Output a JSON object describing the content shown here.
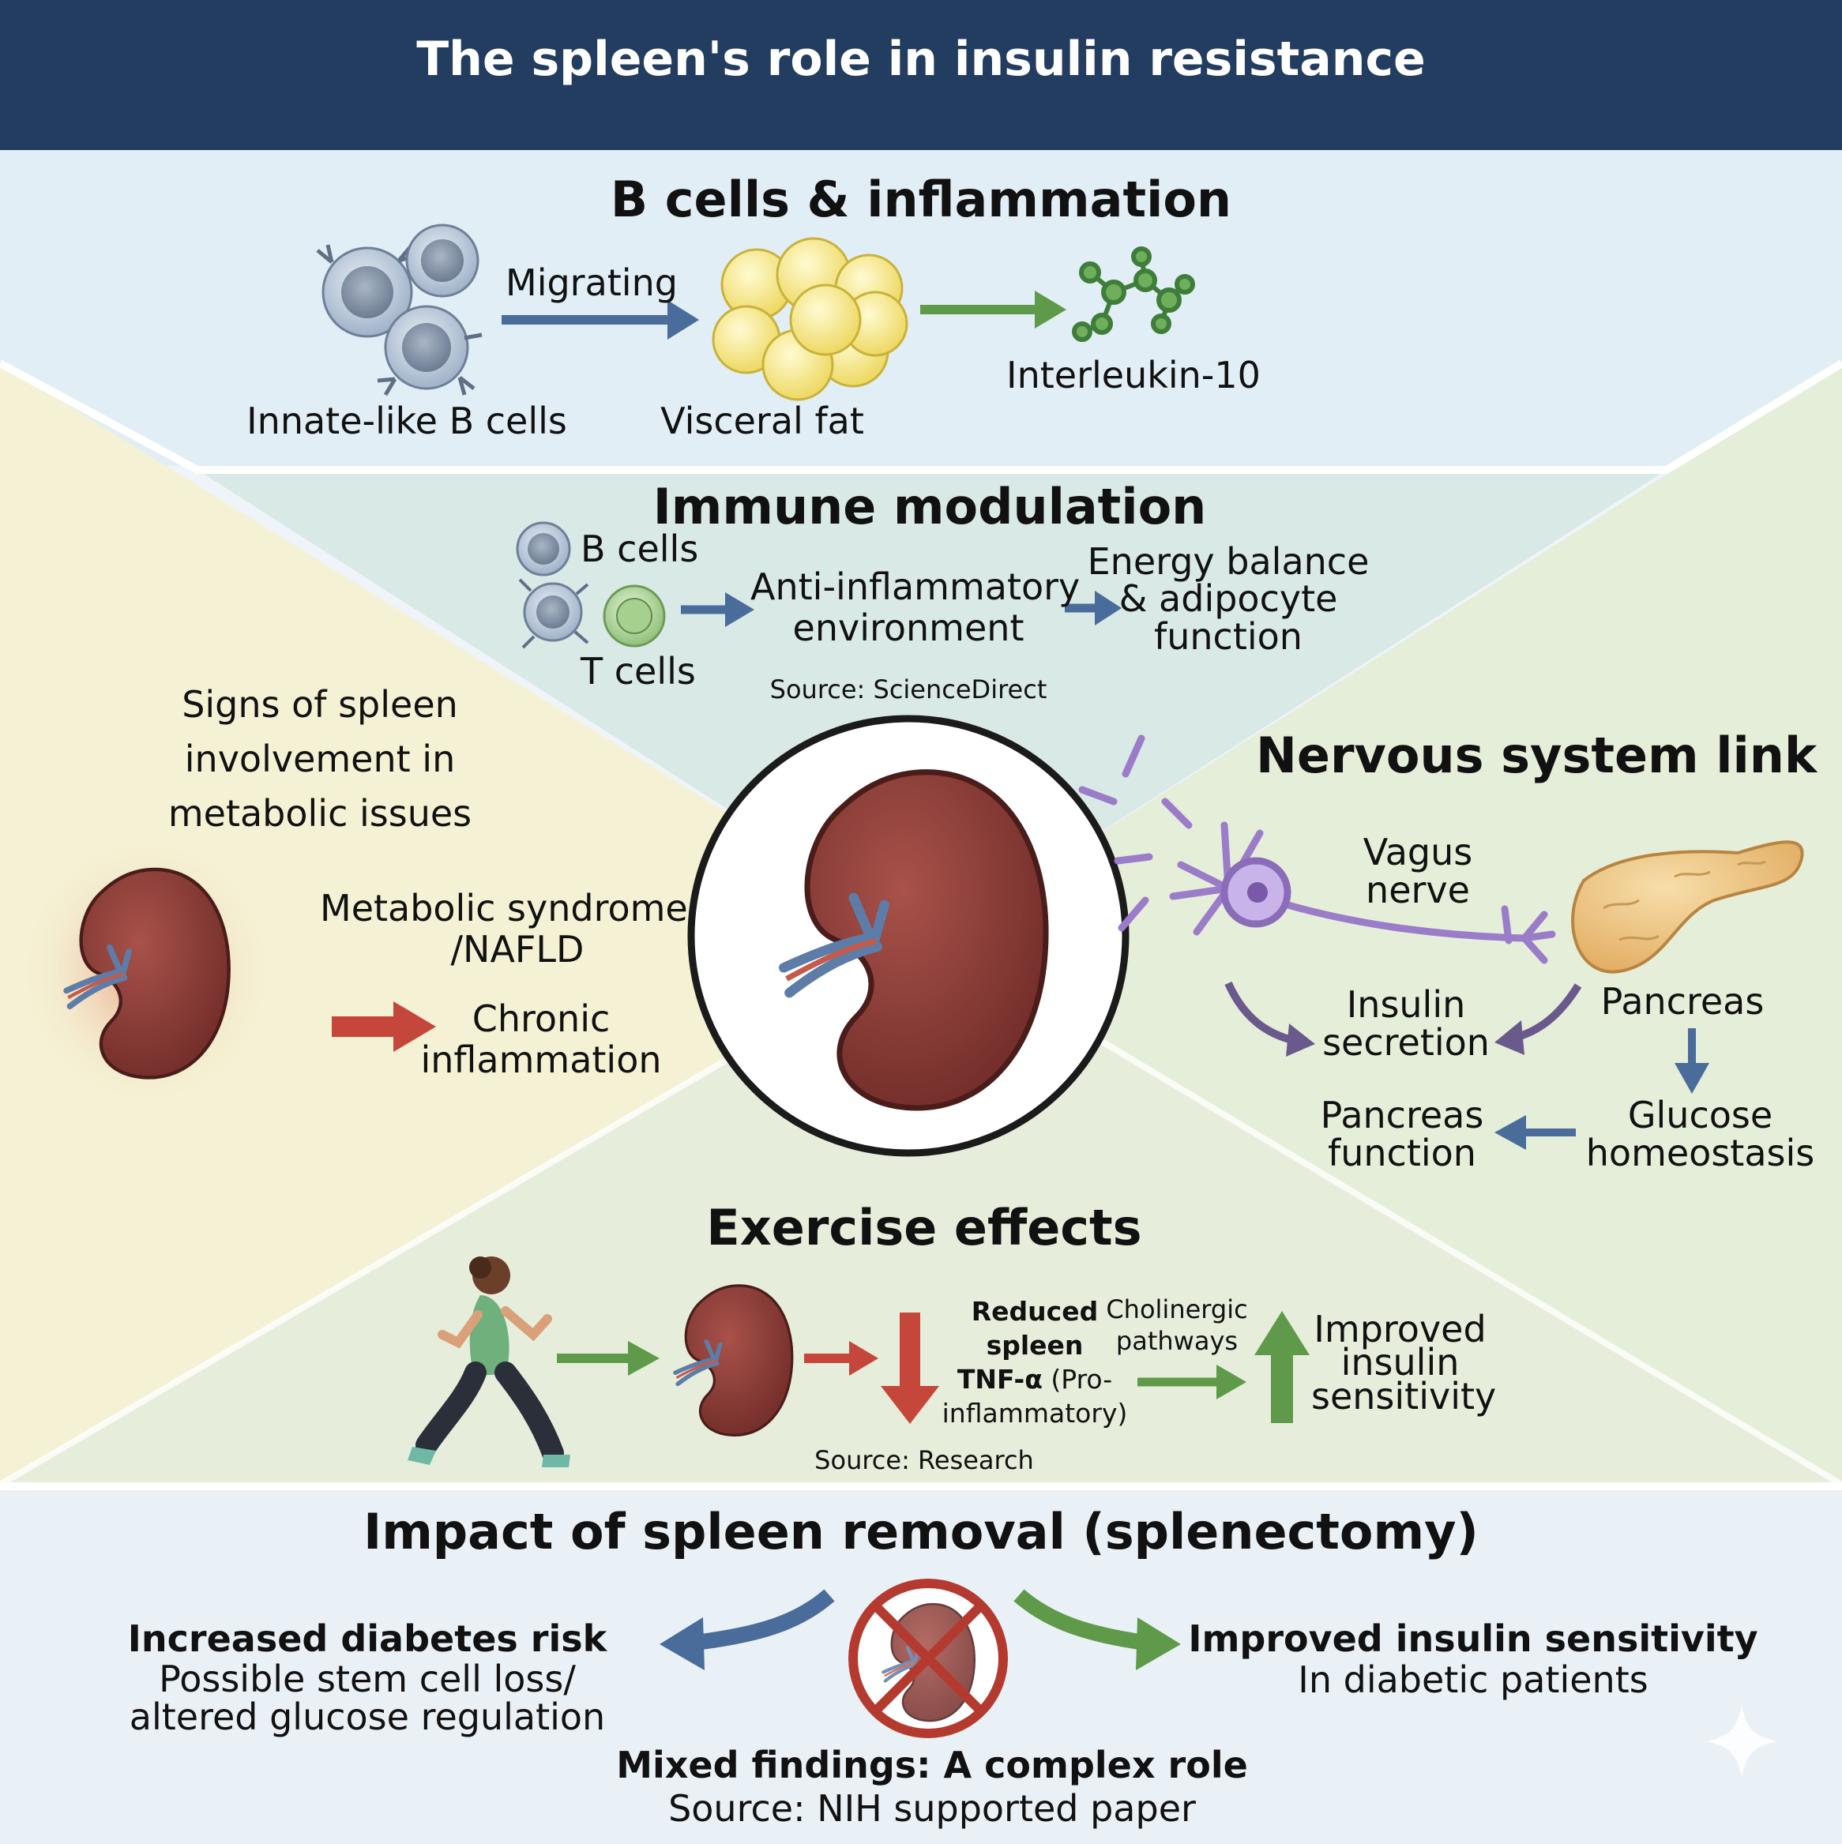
{
  "title": "The spleen's role in insulin resistance",
  "colors": {
    "banner": "#233d60",
    "top_panel": "#e2eef5",
    "left_panel": "#f5f1d4",
    "right_panel": "#e4eed8",
    "center_panel": "#d9e9e6",
    "bottom_panel": "#e6eedb",
    "spleen": "#8c3a35",
    "arrow_blue": "#4a6c9a",
    "arrow_green": "#5f9a4a",
    "arrow_red": "#c5463b",
    "arrow_purple": "#6a5a8c",
    "no_sign": "#b43a30"
  },
  "sections": {
    "b_cells": {
      "heading": "B cells & inflammation",
      "arrow_label": "Migrating",
      "innate": "Innate-like B cells",
      "fat": "Visceral fat",
      "il10": "Interleukin-10"
    },
    "immune": {
      "heading": "Immune modulation",
      "b_cells": "B cells",
      "t_cells": "T cells",
      "anti_line1": "Anti-inflammatory",
      "anti_line2": "environment",
      "energy_line1": "Energy balance",
      "energy_line2": "& adipocyte",
      "energy_line3": "function",
      "source": "Source: ScienceDirect"
    },
    "signs": {
      "heading_line1": "Signs of spleen",
      "heading_line2": "involvement in",
      "heading_line3": "metabolic issues",
      "metabolic_line1": "Metabolic syndrome",
      "metabolic_line2": "/NAFLD",
      "chronic_line1": "Chronic",
      "chronic_line2": "inflammation"
    },
    "nervous": {
      "heading": "Nervous system link",
      "vagus_line1": "Vagus",
      "vagus_line2": "nerve",
      "insulin_line1": "Insulin",
      "insulin_line2": "secretion",
      "pancreas": "Pancreas",
      "pf_line1": "Pancreas",
      "pf_line2": "function",
      "glucose_line1": "Glucose",
      "glucose_line2": "homeostasis"
    },
    "exercise": {
      "heading": "Exercise effects",
      "reduced_line1": "Reduced",
      "reduced_line2": "spleen",
      "reduced_line3": "TNF-α",
      "pro_part": "(Pro-",
      "pro_line2": "inflammatory)",
      "chol_line1": "Cholinergic",
      "chol_line2": "pathways",
      "improved_line1": "Improved",
      "improved_line2": "insulin",
      "improved_line3": "sensitivity",
      "source": "Source: Research"
    },
    "splenectomy": {
      "heading": "Impact of spleen removal (splenectomy)",
      "risk_title": "Increased diabetes risk",
      "risk_line1": "Possible stem cell loss/",
      "risk_line2": "altered glucose regulation",
      "improved_title": "Improved insulin sensitivity",
      "improved_sub": "In diabetic patients",
      "mixed": "Mixed findings: A complex role",
      "source": "Source: NIH supported paper"
    }
  }
}
